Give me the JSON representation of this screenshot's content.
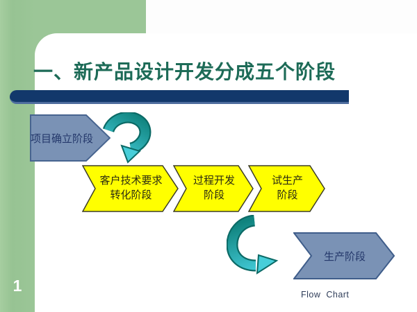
{
  "slide": {
    "title": "一、新产品设计开发分成五个阶段",
    "page_number": "1",
    "footer": "Flow  Chart"
  },
  "flowchart": {
    "stages": [
      {
        "id": "project-establishment",
        "shape": "pentagon-arrow",
        "fill": "#7a92b5",
        "lines": [
          "项目确立阶段"
        ]
      },
      {
        "id": "customer-requirements-conversion",
        "shape": "chevron",
        "fill": "#ffff00",
        "lines": [
          "客户技术要求",
          "转化阶段"
        ]
      },
      {
        "id": "process-development",
        "shape": "chevron",
        "fill": "#ffff00",
        "lines": [
          "过程开发",
          "阶段"
        ]
      },
      {
        "id": "trial-production",
        "shape": "chevron",
        "fill": "#ffff00",
        "lines": [
          "试生产",
          "阶段"
        ]
      },
      {
        "id": "production",
        "shape": "chevron",
        "fill": "#7a92b5",
        "lines": [
          "生产阶段"
        ]
      }
    ],
    "connectors": [
      {
        "id": "connector-1",
        "icon": "curved-arrow-down",
        "from": "project-establishment",
        "to": "customer-requirements-conversion"
      },
      {
        "id": "connector-2",
        "icon": "curved-arrow-right",
        "from": "trial-production",
        "to": "production"
      }
    ]
  },
  "colors": {
    "title_text": "#1d6b57",
    "title_bar": "#12386b",
    "frame_green": "#9bc697",
    "stage_blue_fill": "#7a92b5",
    "stage_blue_border": "#47648f",
    "stage_blue_text": "#24386b",
    "chevron_yellow": "#ffff00",
    "chevron_outline": "#3d3d27",
    "chevron_text": "#2a2a12",
    "arrow_teal_dark": "#10837e",
    "arrow_teal_light": "#44ccd9",
    "page_number_text": "#ffffff",
    "footer_text": "#2e3c58"
  }
}
